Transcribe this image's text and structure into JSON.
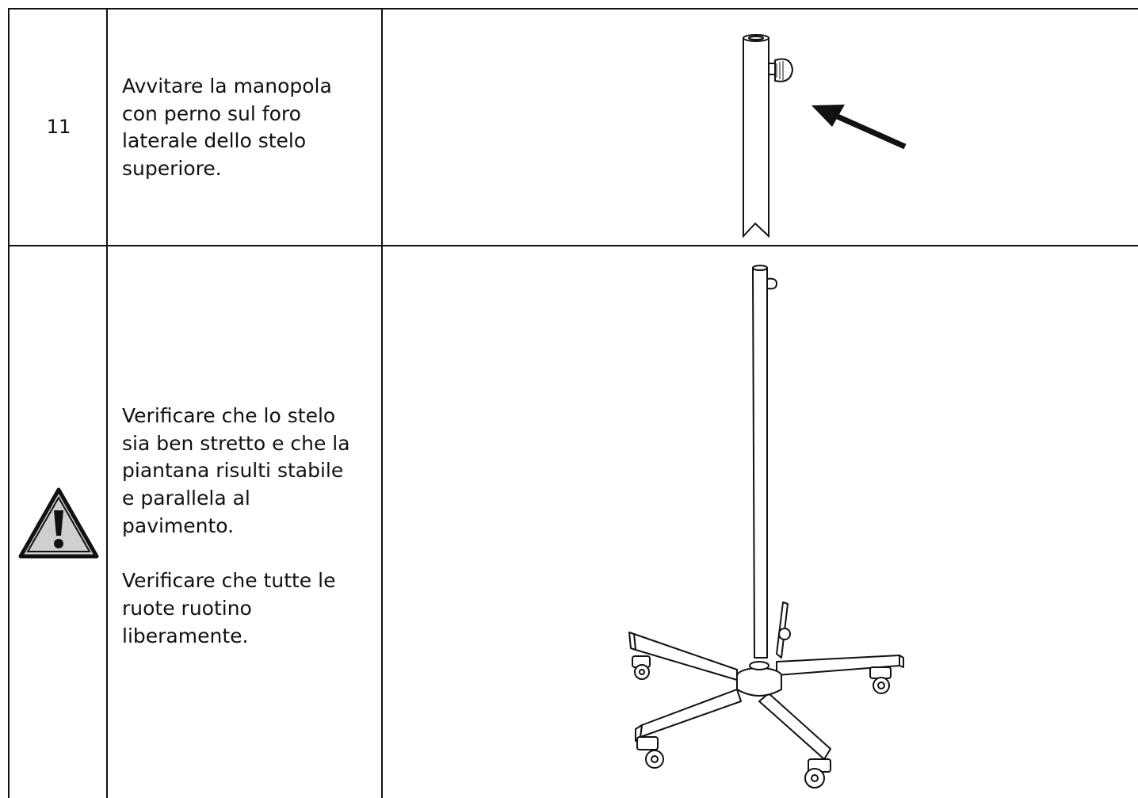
{
  "rows": [
    {
      "step": "11",
      "text": [
        "Avvitare la manopola",
        "con perno sul foro",
        "laterale dello stelo",
        "superiore."
      ]
    },
    {
      "icon": "warning-icon",
      "text_a": [
        "Verificare che lo stelo",
        "sia ben stretto e che la",
        "piantana risulti stabile",
        "e parallela al",
        "pavimento."
      ],
      "text_b": [
        "Verificare che tutte le",
        "ruote ruotino",
        "liberamente."
      ]
    }
  ]
}
